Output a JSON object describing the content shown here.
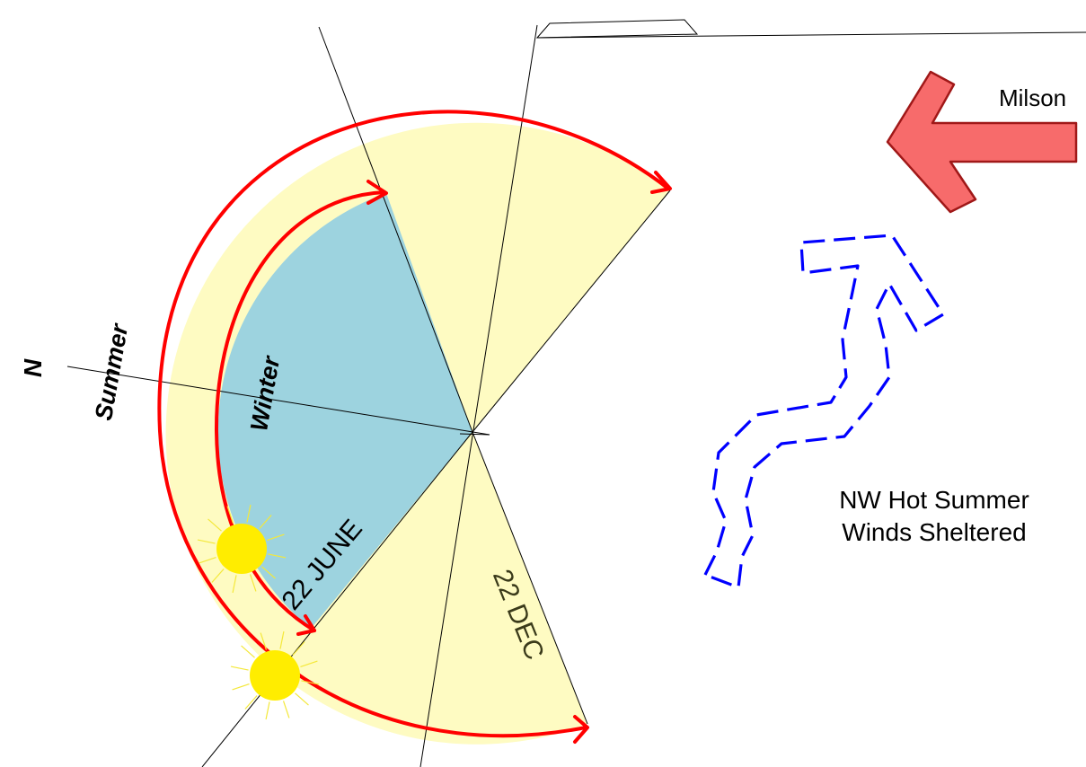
{
  "labels": {
    "north": "N",
    "summer": "Summer",
    "winter": "Winter",
    "june": "22 JUNE",
    "dec": "22 DEC",
    "street": "Milson",
    "wind_line1": "NW Hot Summer",
    "wind_line2": "Winds Sheltered"
  },
  "colors": {
    "summer_fill": "#fefbc2",
    "winter_fill": "#9dd3df",
    "sun_path": "#ff0000",
    "sun": "#ffed00",
    "sun_rays": "#f4e83a",
    "street_arrow_fill": "#f76b6b",
    "street_arrow_stroke": "#a01818",
    "wind_arrow": "#0000ff",
    "lines": "#000000"
  },
  "icons": {
    "sun": "sun-icon",
    "street_arrow": "street-arrow-icon",
    "wind_arrow": "wind-arrow-icon"
  }
}
